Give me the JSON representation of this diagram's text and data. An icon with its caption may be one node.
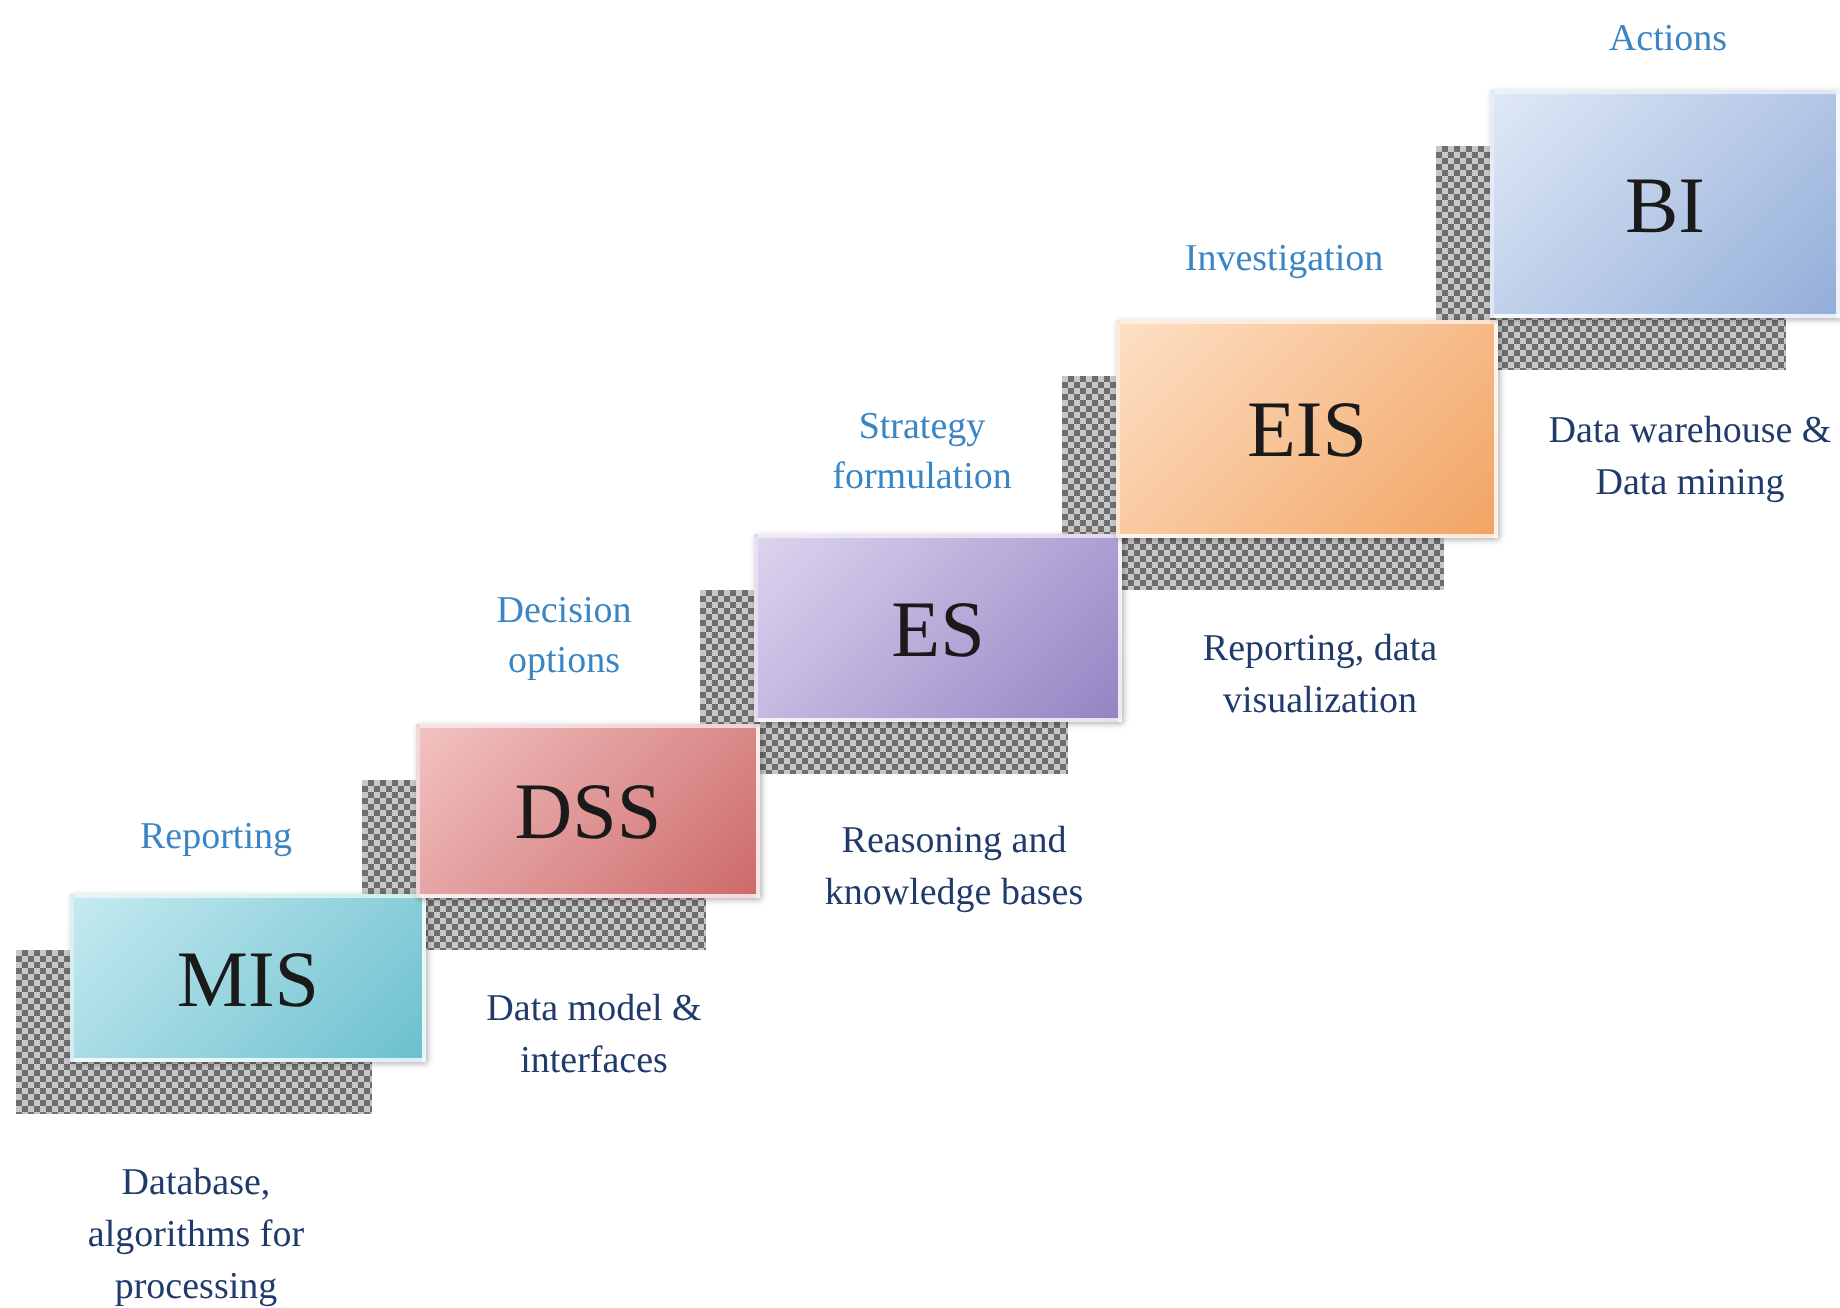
{
  "diagram": {
    "nodes": [
      {
        "text": [
          "MIS"
        ],
        "beside": [
          "Reporting"
        ]
      },
      {
        "text": [
          "DSS"
        ],
        "beside": [
          "Decision options"
        ]
      },
      {
        "text": [
          "ES"
        ],
        "beside": [
          "Strategy formulation"
        ]
      },
      {
        "text": [
          "EIS"
        ],
        "beside": [
          "Investigation"
        ]
      },
      {
        "text": [
          "BI"
        ],
        "beside": [
          "Actions"
        ]
      }
    ],
    "labels": [
      "Data warehouse & Data mining",
      "Reporting, data visualization",
      "Reasoning and knowledge bases",
      "Data model & interfaces",
      "Database, algorithms for processing"
    ]
  }
}
